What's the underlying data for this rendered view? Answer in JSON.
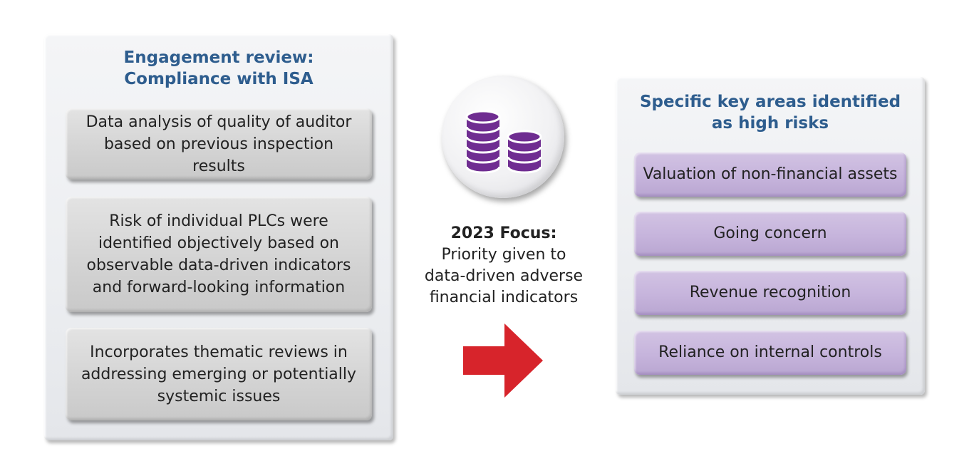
{
  "left_panel": {
    "title": "Engagement review:\nCompliance with ISA",
    "items": [
      "Data analysis of quality of auditor based on previous inspection results",
      "Risk of individual PLCs were identified objectively based on observable data-driven indicators and forward-looking information",
      "Incorporates thematic reviews in addressing emerging or potentially systemic issues"
    ]
  },
  "center": {
    "icon": "coins-icon",
    "heading": "2023 Focus:",
    "body": "Priority given to\ndata-driven adverse\nfinancial indicators",
    "arrow_icon": "right-arrow-icon"
  },
  "right_panel": {
    "title": "Specific key areas identified\nas high risks",
    "items": [
      "Valuation of non-financial assets",
      "Going concern",
      "Revenue recognition",
      "Reliance on internal controls"
    ]
  },
  "colors": {
    "title_blue": "#2e5d8e",
    "coin_purple": "#6f2d91",
    "arrow_red": "#d7242b",
    "purple_box": "#c6b4dc",
    "gray_box": "#d4d4d4"
  }
}
